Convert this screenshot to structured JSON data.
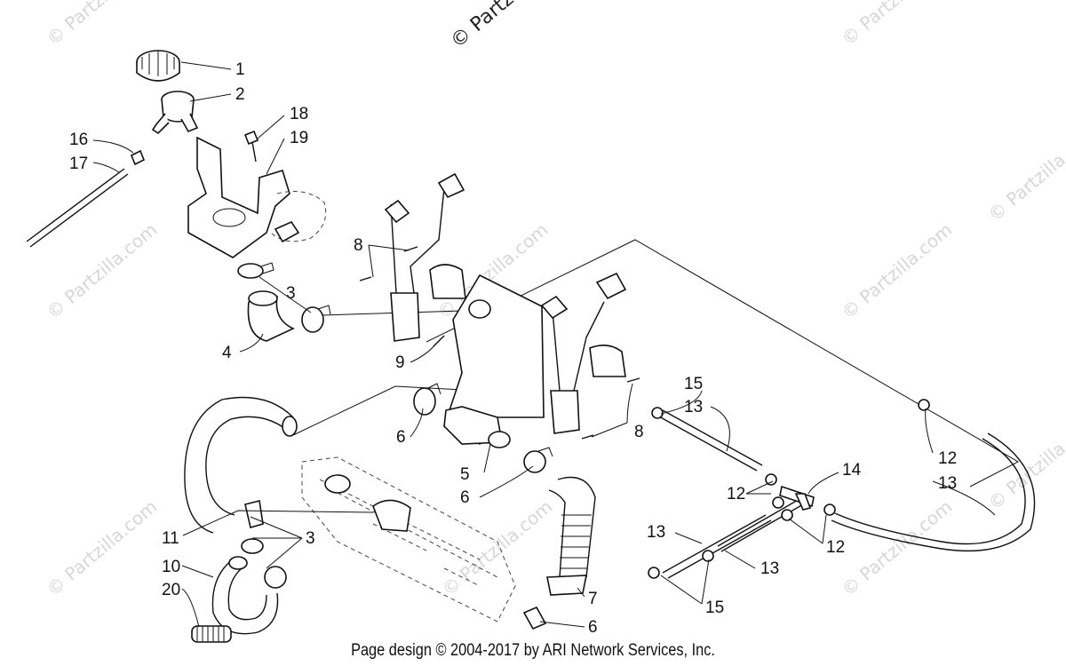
{
  "footer": "Page design © 2004-2017 by ARI Network Services, Inc.",
  "watermarks": [
    "© Partzilla.com",
    "© Partzilla.com",
    "© Partzilla.com",
    "© Partzilla.com",
    "© Partzilla.com",
    "© Partzilla.com",
    "© Partzilla.com",
    "© Partzilla.com",
    "© Partzilla.com",
    "© Partzilla.com",
    "© Partzilla.com"
  ],
  "callouts": {
    "c1": "1",
    "c2": "2",
    "c3a": "3",
    "c3b": "3",
    "c4": "4",
    "c5": "5",
    "c6a": "6",
    "c6b": "6",
    "c6c": "6",
    "c7": "7",
    "c8a": "8",
    "c8b": "8",
    "c9": "9",
    "c10": "10",
    "c11": "11",
    "c12a": "12",
    "c12b": "12",
    "c12c": "12",
    "c13a": "13",
    "c13b": "13",
    "c13c": "13",
    "c13d": "13",
    "c14": "14",
    "c15a": "15",
    "c15b": "15",
    "c16": "16",
    "c17": "17",
    "c18": "18",
    "c19": "19",
    "c20": "20"
  },
  "colors": {
    "line": "#111111",
    "watermark": "#d7d7d7",
    "background": "#ffffff"
  }
}
